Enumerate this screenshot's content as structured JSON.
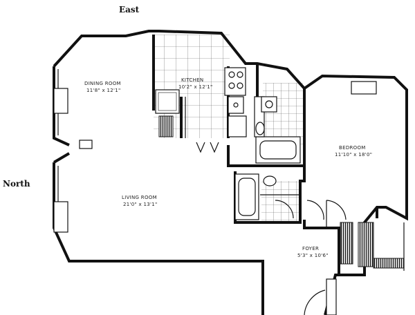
{
  "compass": {
    "east": "East",
    "north": "North"
  },
  "rooms": {
    "dining": {
      "name": "DINING ROOM",
      "dims": "11'8\" x 12'1\""
    },
    "kitchen": {
      "name": "KITCHEN",
      "dims": "10'2\" x 12'1\""
    },
    "living": {
      "name": "LIVING ROOM",
      "dims": "21'0\" x 13'1\""
    },
    "bedroom": {
      "name": "BEDROOM",
      "dims": "11'10\" x 18'0\""
    },
    "foyer": {
      "name": "FOYER",
      "dims": "5'3\" x 10'6\""
    }
  }
}
